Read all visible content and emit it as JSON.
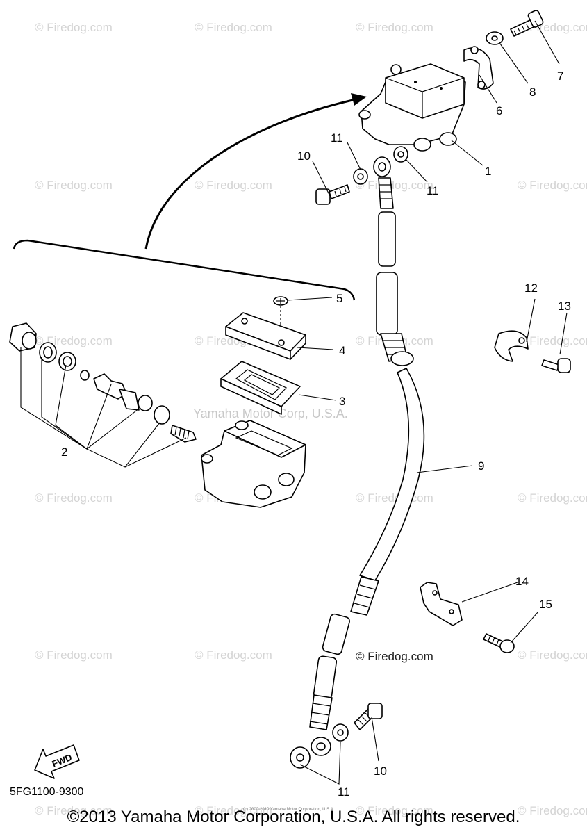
{
  "watermarks": {
    "site": "© Firedog.com",
    "center": "Yamaha Motor Corp, U.S.A."
  },
  "part_labels": {
    "p1": "1",
    "p2": "2",
    "p3": "3",
    "p4": "4",
    "p5": "5",
    "p6": "6",
    "p7": "7",
    "p8": "8",
    "p9": "9",
    "p10_top": "10",
    "p10_bottom": "10",
    "p11_top_left": "11",
    "p11_top_right": "11",
    "p11_bottom": "11",
    "p12": "12",
    "p13": "13",
    "p14": "14",
    "p15": "15"
  },
  "fwd_label": "FWD",
  "document_code": "5FG1100-9300",
  "copyright": "©2013 Yamaha Motor Corporation, U.S.A. All rights reserved.",
  "copyright_small": "(c) 2000-2010 Yamaha Motor Corporation, U.S.A."
}
